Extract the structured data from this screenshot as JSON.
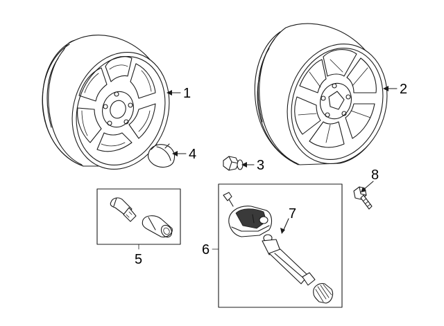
{
  "callouts": {
    "c1": "1",
    "c2": "2",
    "c3": "3",
    "c4": "4",
    "c5": "5",
    "c6": "6",
    "c7": "7",
    "c8": "8"
  },
  "parts": [
    {
      "callout": "1",
      "depicts": "wheel-style-a-icon"
    },
    {
      "callout": "2",
      "depicts": "wheel-style-b-icon"
    },
    {
      "callout": "3",
      "depicts": "lug-nut-icon"
    },
    {
      "callout": "4",
      "depicts": "center-cap-icon"
    },
    {
      "callout": "5",
      "depicts": "wheel-lock-set-icon"
    },
    {
      "callout": "6",
      "depicts": "tpms-sensor-kit-icon"
    },
    {
      "callout": "7",
      "depicts": "valve-stem-icon"
    },
    {
      "callout": "8",
      "depicts": "sensor-bolt-icon"
    }
  ]
}
